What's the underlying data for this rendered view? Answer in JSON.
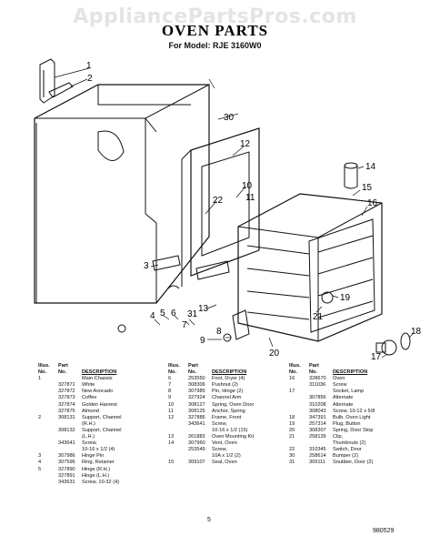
{
  "watermark": "AppliancePartsPros.com",
  "title": "OVEN PARTS",
  "subtitle": "For Model: RJE 3160W0",
  "callouts": [
    "1",
    "2",
    "30",
    "12",
    "14",
    "15",
    "16",
    "22",
    "10",
    "11",
    "3",
    "4",
    "5",
    "6",
    "7",
    "31",
    "13",
    "8",
    "9",
    "21",
    "19",
    "20",
    "17",
    "18"
  ],
  "table": {
    "headers": {
      "illus_line1": "Illus.",
      "illus_line2": "No.",
      "part_line1": "Part",
      "part_line2": "No.",
      "description": "DESCRIPTION"
    },
    "columns": [
      [
        {
          "illus": "1",
          "part": "",
          "desc": "Main Chassis"
        },
        {
          "illus": "",
          "part": "327871",
          "desc": "White"
        },
        {
          "illus": "",
          "part": "327872",
          "desc": "New Avocado"
        },
        {
          "illus": "",
          "part": "327873",
          "desc": "Coffee"
        },
        {
          "illus": "",
          "part": "327874",
          "desc": "Golden Harvest"
        },
        {
          "illus": "",
          "part": "327875",
          "desc": "Almond"
        },
        {
          "illus": "2",
          "part": "308131",
          "desc": "Support, Channel"
        },
        {
          "illus": "",
          "part": "",
          "desc": "(R.H.)"
        },
        {
          "illus": "",
          "part": "308132",
          "desc": "Support, Channel"
        },
        {
          "illus": "",
          "part": "",
          "desc": "(L.H.)"
        },
        {
          "illus": "",
          "part": "343641",
          "desc": "Screw,"
        },
        {
          "illus": "",
          "part": "",
          "desc": "10-16 x 1/2 (4)"
        },
        {
          "illus": "3",
          "part": "307986",
          "desc": "Hinge Pin"
        },
        {
          "illus": "4",
          "part": "307596",
          "desc": "Ring, Retainer"
        },
        {
          "illus": "5",
          "part": "327890",
          "desc": "Hinge (R.H.)"
        },
        {
          "illus": "",
          "part": "327891",
          "desc": "Hinge (L.H.)"
        },
        {
          "illus": "",
          "part": "343631",
          "desc": "Screw, 10-32 (4)"
        }
      ],
      [
        {
          "illus": "6",
          "part": "253550",
          "desc": "Foot, Dryer (4)"
        },
        {
          "illus": "7",
          "part": "308306",
          "desc": "Pushnut (2)"
        },
        {
          "illus": "8",
          "part": "307985",
          "desc": "Pin, Hinge (2)"
        },
        {
          "illus": "9",
          "part": "327924",
          "desc": "Channel Arm"
        },
        {
          "illus": "10",
          "part": "308127",
          "desc": "Spring, Oven Door"
        },
        {
          "illus": "11",
          "part": "308125",
          "desc": "Anchor, Spring"
        },
        {
          "illus": "12",
          "part": "327886",
          "desc": "Frame, Front"
        },
        {
          "illus": "",
          "part": "343641",
          "desc": "Screw,"
        },
        {
          "illus": "",
          "part": "",
          "desc": "10-16 x 1/2 (15)"
        },
        {
          "illus": "13",
          "part": "261883",
          "desc": "Oven Mounting Kit"
        },
        {
          "illus": "14",
          "part": "307960",
          "desc": "Vent, Oven"
        },
        {
          "illus": "",
          "part": "253549",
          "desc": "Screw,"
        },
        {
          "illus": "",
          "part": "",
          "desc": "10A x 1/2 (2)"
        },
        {
          "illus": "15",
          "part": "309107",
          "desc": "Seal, Oven"
        }
      ],
      [
        {
          "illus": "16",
          "part": "328670",
          "desc": "Oven"
        },
        {
          "illus": "",
          "part": "311036",
          "desc": "Screw"
        },
        {
          "illus": "17",
          "part": "",
          "desc": "Socket, Lamp"
        },
        {
          "illus": "",
          "part": "307856",
          "desc": "Alternate"
        },
        {
          "illus": "",
          "part": "310208",
          "desc": "Alternate"
        },
        {
          "illus": "",
          "part": "308043",
          "desc": "Screw, 10-12 x 5/8"
        },
        {
          "illus": "18",
          "part": "347391",
          "desc": "Bulb, Oven Light"
        },
        {
          "illus": "19",
          "part": "257314",
          "desc": "Plug, Button"
        },
        {
          "illus": "20",
          "part": "308307",
          "desc": "Spring, Door Stop"
        },
        {
          "illus": "21",
          "part": "258139",
          "desc": "Clip,"
        },
        {
          "illus": "",
          "part": "",
          "desc": "Thumbnuts (2)"
        },
        {
          "illus": "22",
          "part": "310345",
          "desc": "Switch, Door"
        },
        {
          "illus": "30",
          "part": "258614",
          "desc": "Bumper (2)"
        },
        {
          "illus": "31",
          "part": "309111",
          "desc": "Snubber, Door (2)"
        }
      ]
    ]
  },
  "footer": {
    "page": "5",
    "code": "980529"
  }
}
